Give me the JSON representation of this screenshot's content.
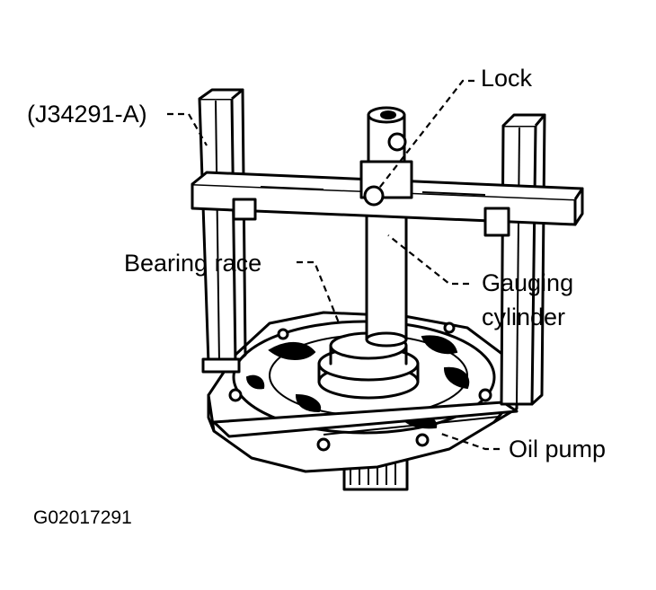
{
  "labels": {
    "tool": "(J34291-A)",
    "lock": "Lock",
    "bearing_race": "Bearing race",
    "gauging_cylinder_line1": "Gauging",
    "gauging_cylinder_line2": "cylinder",
    "oil_pump": "Oil pump"
  },
  "figure_code": "G02017291"
}
